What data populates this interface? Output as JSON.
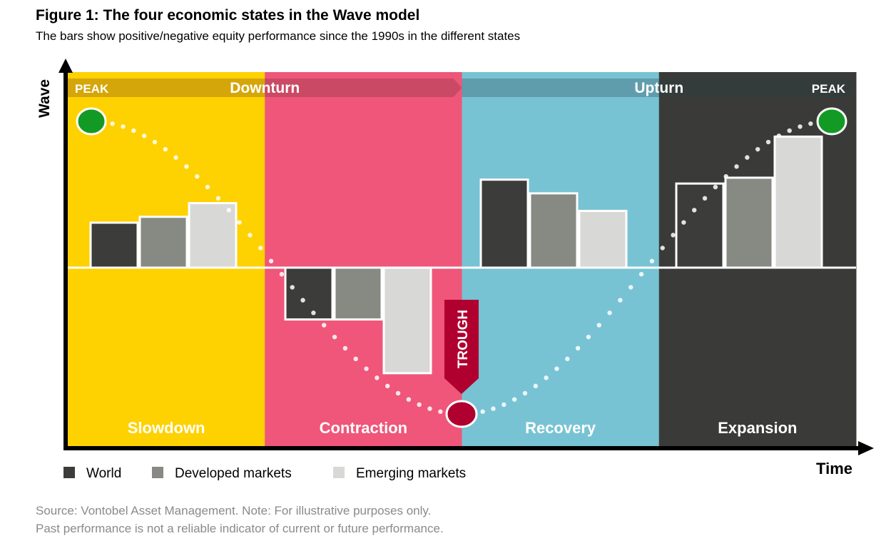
{
  "title": "Figure 1: The four economic states in the Wave model",
  "subtitle": "The bars show positive/negative equity performance since the 1990s in the different states",
  "source_lines": [
    "Source: Vontobel Asset Management. Note: For illustrative purposes only.",
    "Past performance is not a reliable indicator of current or future performance."
  ],
  "colors": {
    "slowdown": "#FED100",
    "contraction": "#EF567A",
    "recovery": "#77C3D4",
    "expansion": "#3A3B38",
    "world": "#3C3C3A",
    "developed": "#868A82",
    "emerging": "#D8D8D6",
    "peak_marker": "#139A24",
    "trough_marker": "#B0002F"
  },
  "chart_data": {
    "type": "bar",
    "ylabel": "Wave",
    "xlabel": "Time",
    "categories": [
      "Slowdown",
      "Contraction",
      "Recovery",
      "Expansion"
    ],
    "series": [
      {
        "name": "World",
        "color_key": "world",
        "values": [
          0.23,
          -0.27,
          0.45,
          0.43
        ]
      },
      {
        "name": "Developed markets",
        "color_key": "developed",
        "values": [
          0.26,
          -0.27,
          0.38,
          0.46
        ]
      },
      {
        "name": "Emerging markets",
        "color_key": "emerging",
        "values": [
          0.33,
          -0.55,
          0.29,
          0.67
        ]
      }
    ],
    "ylim": [
      -0.93,
      1.0
    ],
    "grid": false,
    "legend_position": "bottom-left",
    "phase_bands": [
      {
        "label": "Downturn",
        "from": 0,
        "to": 2
      },
      {
        "label": "Upturn",
        "from": 2,
        "to": 4
      }
    ],
    "markers": {
      "peak_label": "PEAK",
      "trough_label": "TROUGH"
    }
  }
}
